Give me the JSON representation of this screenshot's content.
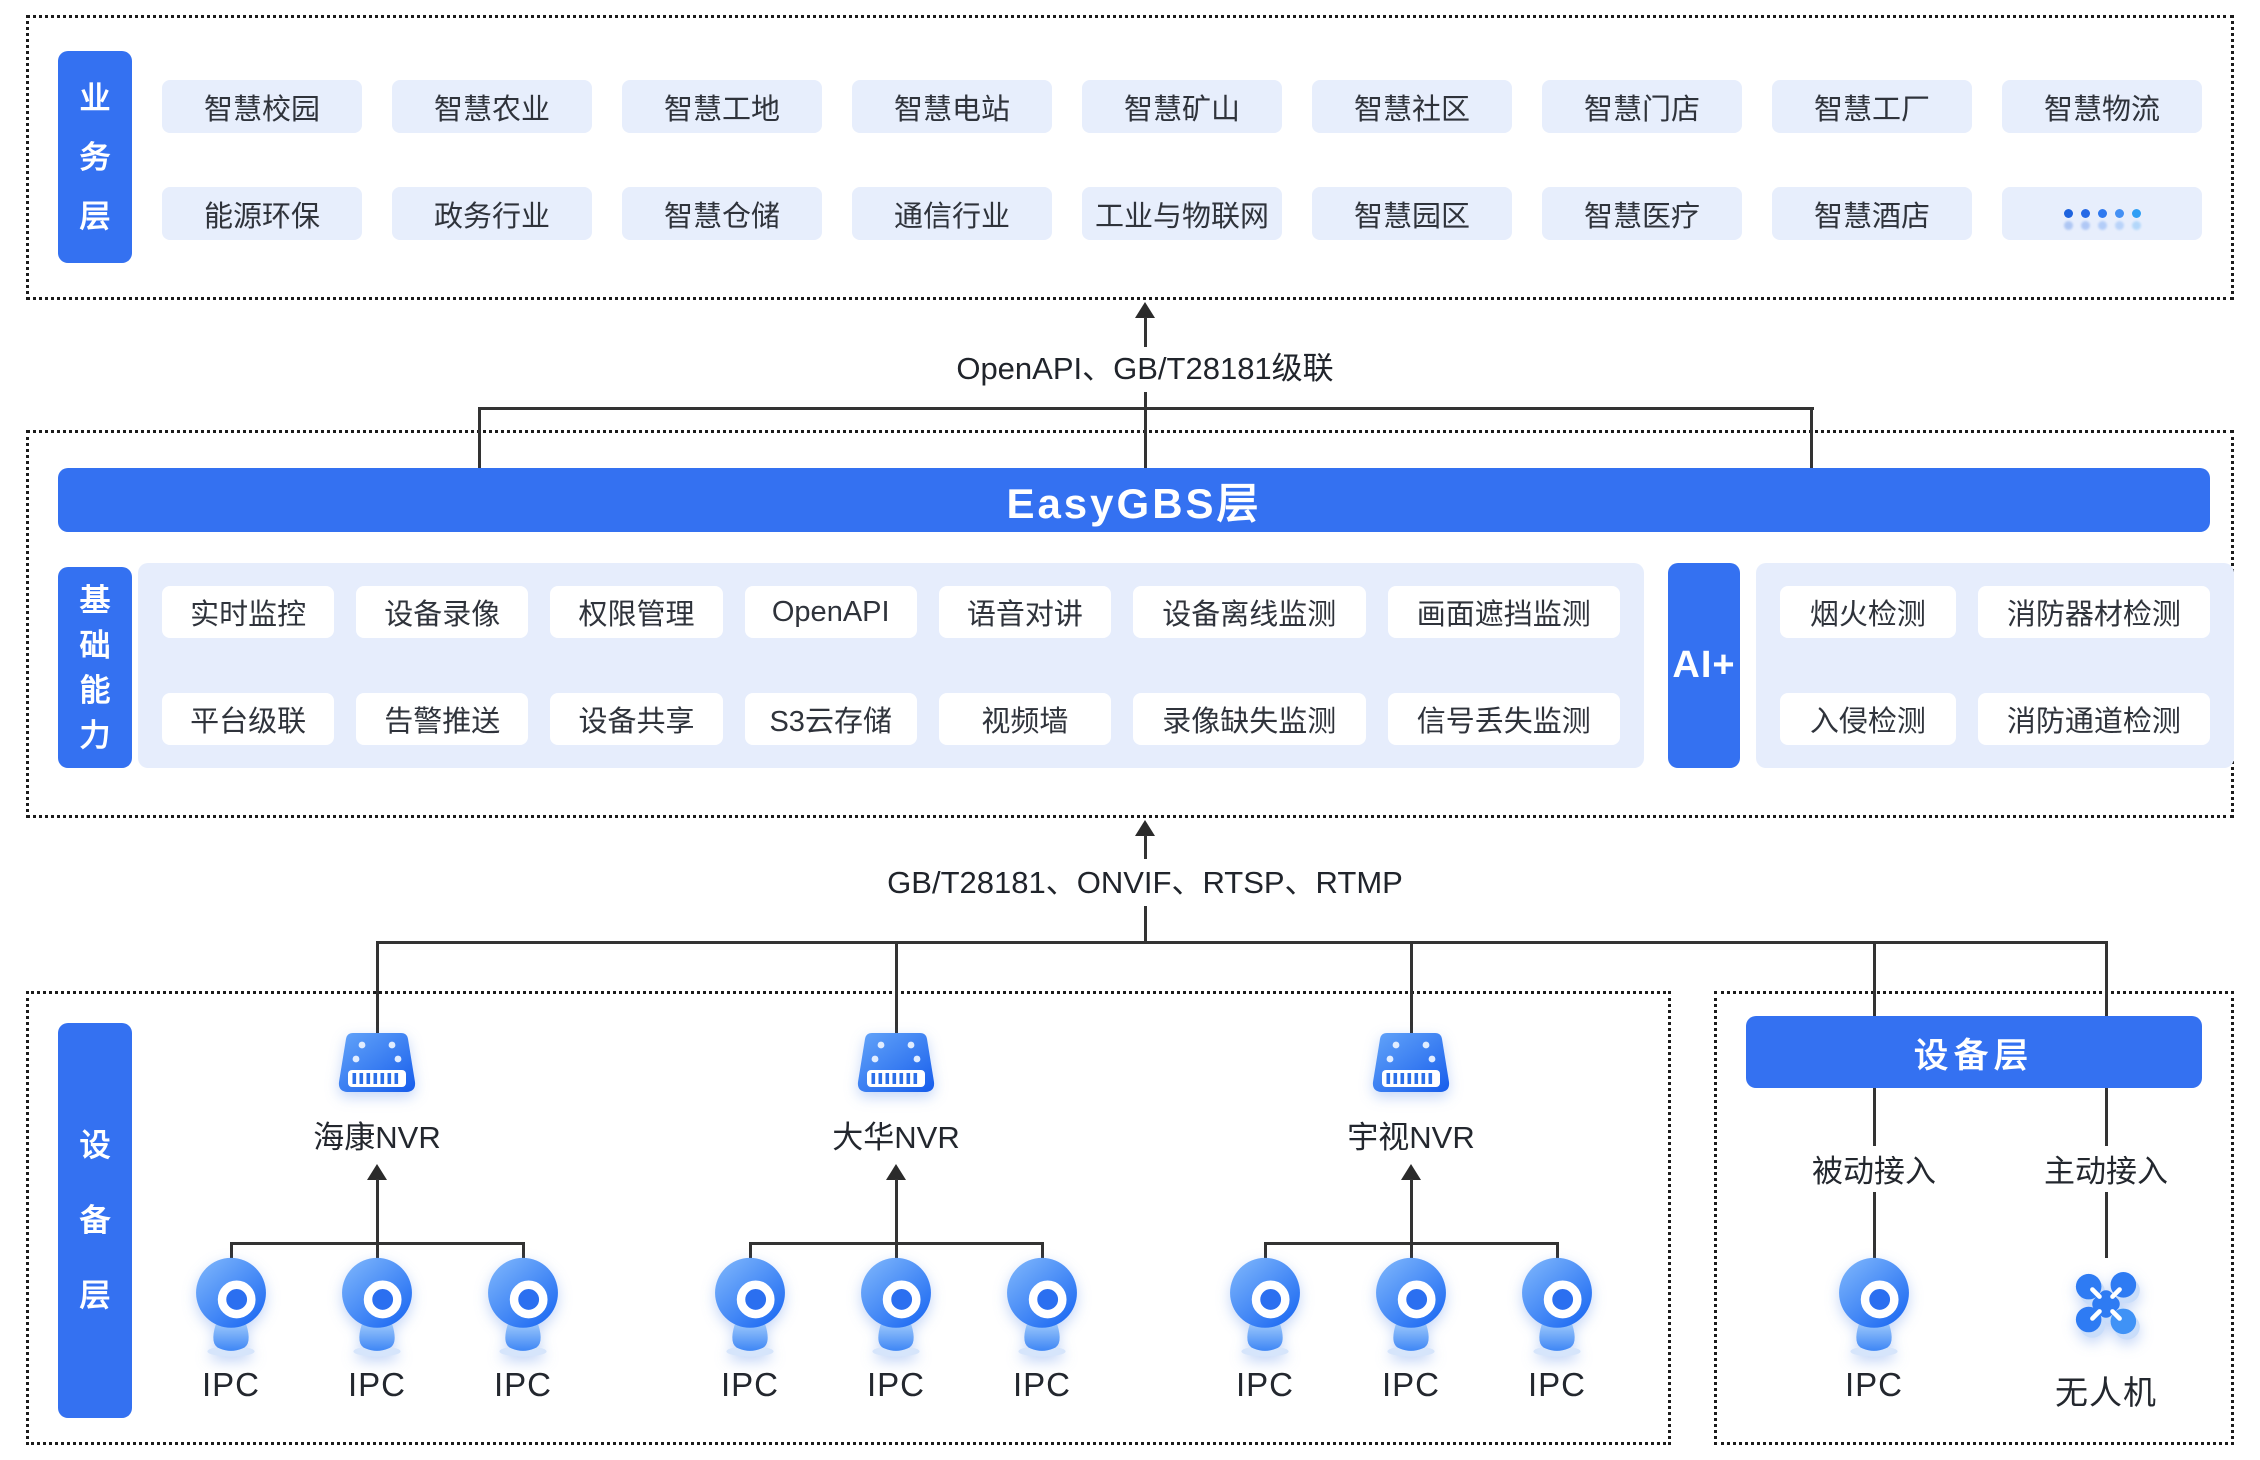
{
  "colors": {
    "primary_blue": "#3471F1",
    "chip_light_blue": "#E7EEFC",
    "panel_light_blue": "#E6EDFC",
    "text_dark": "#2F333B",
    "connector_line": "#333333"
  },
  "business_layer": {
    "label": "业务层",
    "rows": [
      [
        "智慧校园",
        "智慧农业",
        "智慧工地",
        "智慧电站",
        "智慧矿山",
        "智慧社区",
        "智慧门店",
        "智慧工厂",
        "智慧物流"
      ],
      [
        "能源环保",
        "政务行业",
        "智慧仓储",
        "通信行业",
        "工业与物联网",
        "智慧园区",
        "智慧医疗",
        "智慧酒店",
        "•••••"
      ]
    ]
  },
  "connectors": {
    "business_link_label": "OpenAPI、GB/T28181级联",
    "device_link_label": "GB/T28181、ONVIF、RTSP、RTMP"
  },
  "easygbs_layer": {
    "title": "EasyGBS层",
    "capability_label": "基础能力",
    "capability_rows": [
      [
        "实时监控",
        "设备录像",
        "权限管理",
        "OpenAPI",
        "语音对讲",
        "设备离线监测",
        "画面遮挡监测"
      ],
      [
        "平台级联",
        "告警推送",
        "设备共享",
        "S3云存储",
        "视频墙",
        "录像缺失监测",
        "信号丢失监测"
      ]
    ],
    "ai_label": "AI+",
    "ai_rows": [
      [
        "烟火检测",
        "消防器材检测"
      ],
      [
        "入侵检测",
        "消防通道检测"
      ]
    ]
  },
  "device_layer": {
    "label": "设备层",
    "nvr_groups": [
      {
        "name": "海康NVR",
        "cameras": [
          "IPC",
          "IPC",
          "IPC"
        ]
      },
      {
        "name": "大华NVR",
        "cameras": [
          "IPC",
          "IPC",
          "IPC"
        ]
      },
      {
        "name": "宇视NVR",
        "cameras": [
          "IPC",
          "IPC",
          "IPC"
        ]
      }
    ],
    "right_panel": {
      "title": "设备层",
      "columns": [
        {
          "mode": "被动接入",
          "device": "IPC",
          "icon": "ipc-camera-icon"
        },
        {
          "mode": "主动接入",
          "device": "无人机",
          "icon": "drone-icon"
        }
      ]
    }
  }
}
